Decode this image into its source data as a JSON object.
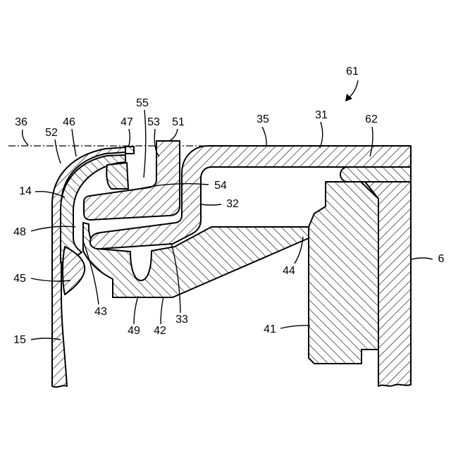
{
  "labels": [
    "61",
    "36",
    "52",
    "46",
    "47",
    "55",
    "53",
    "51",
    "35",
    "31",
    "62",
    "14",
    "54",
    "32",
    "48",
    "45",
    "43",
    "49",
    "42",
    "33",
    "44",
    "6",
    "41",
    "15"
  ],
  "colors": {
    "line": "#000000",
    "background": "#ffffff"
  }
}
